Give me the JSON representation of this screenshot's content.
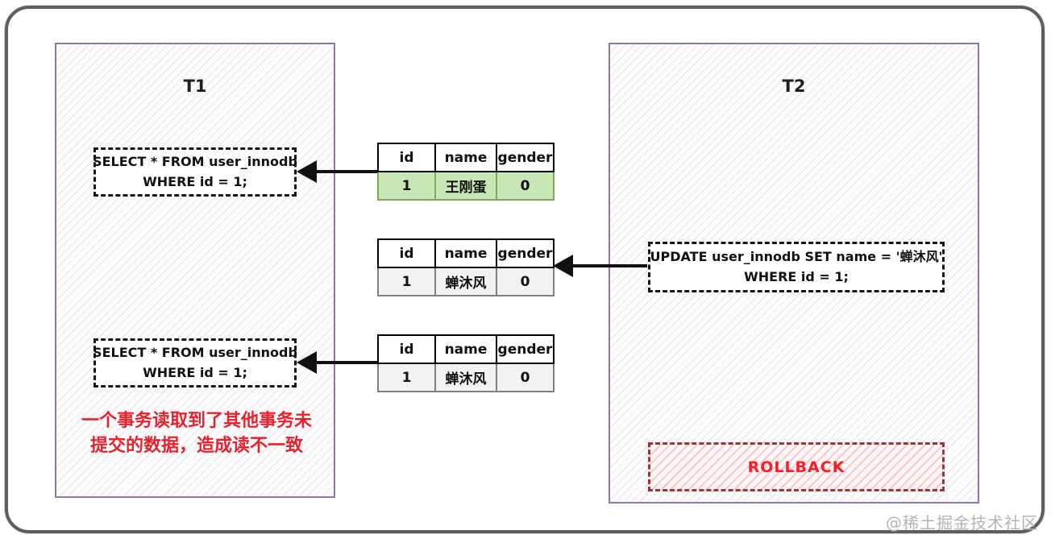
{
  "colors": {
    "panel_border": "#9673a6",
    "hatch_line": "#9478aa",
    "arrow": "#111111",
    "green_row_bg": "#c9e7b5",
    "green_row_border": "#7ea860",
    "gray_row_bg": "#f2f2f2",
    "gray_row_border": "#808080",
    "rollback_border": "#9c3537",
    "rollback_text": "#fb1d25",
    "note_text": "#e8222d",
    "watermark_text": "#b4b4b4"
  },
  "t1": {
    "title": "T1",
    "select_box_1": {
      "line1": "SELECT * FROM user_innodb",
      "line2": "WHERE id = 1;"
    },
    "select_box_2": {
      "line1": "SELECT * FROM user_innodb",
      "line2": "WHERE id = 1;"
    },
    "note_line1": "一个事务读取到了其他事务未",
    "note_line2": "提交的数据，造成读不一致"
  },
  "t2": {
    "title": "T2",
    "update_box": {
      "line1": "UPDATE user_innodb SET name = '蝉沐风'",
      "line2": "WHERE id = 1;"
    },
    "rollback_label": "ROLLBACK"
  },
  "tables": [
    {
      "headers": [
        "id",
        "name",
        "gender"
      ],
      "row": [
        "1",
        "王刚蛋",
        "0"
      ]
    },
    {
      "headers": [
        "id",
        "name",
        "gender"
      ],
      "row": [
        "1",
        "蝉沐风",
        "0"
      ]
    },
    {
      "headers": [
        "id",
        "name",
        "gender"
      ],
      "row": [
        "1",
        "蝉沐风",
        "0"
      ]
    }
  ],
  "watermark": "@稀土掘金技术社区"
}
